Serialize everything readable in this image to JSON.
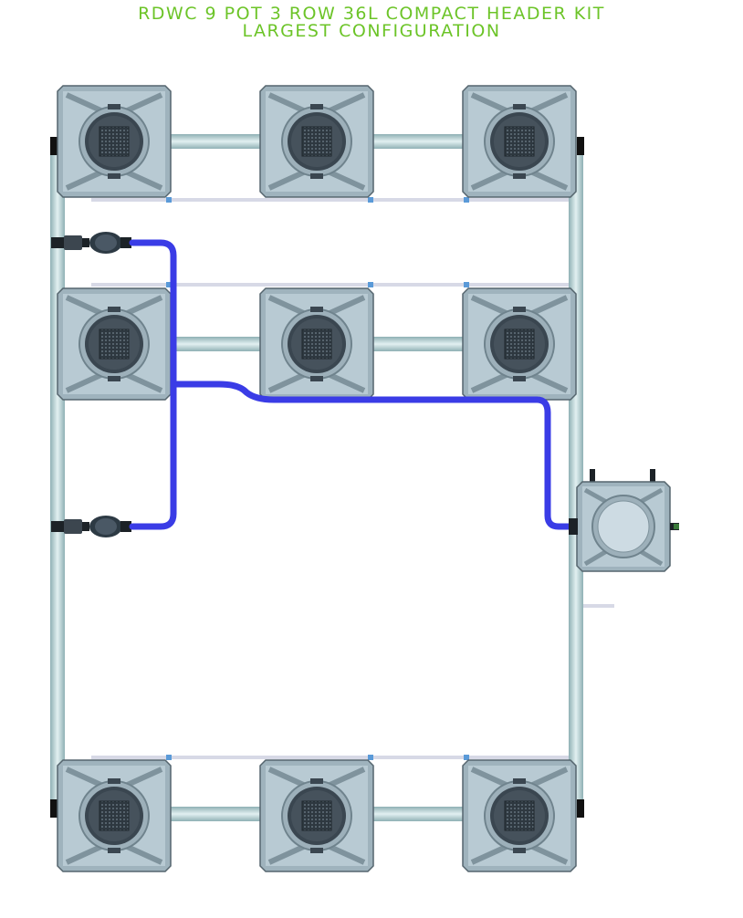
{
  "header": {
    "line1": "RDWC 9 POT 3 ROW 36L COMPACT HEADER KIT",
    "line2": "LARGEST CONFIGURATION"
  },
  "colors": {
    "title": "#6cc428",
    "tubing": "#3a3ce6",
    "pipe": "#b9d3d6",
    "pot": "#b4c6d0",
    "lid": "#3a4650"
  },
  "layout_info": {
    "rows_of_pots": 3,
    "pots_per_row": 3,
    "control_bucket": 1,
    "pumps": 2
  }
}
